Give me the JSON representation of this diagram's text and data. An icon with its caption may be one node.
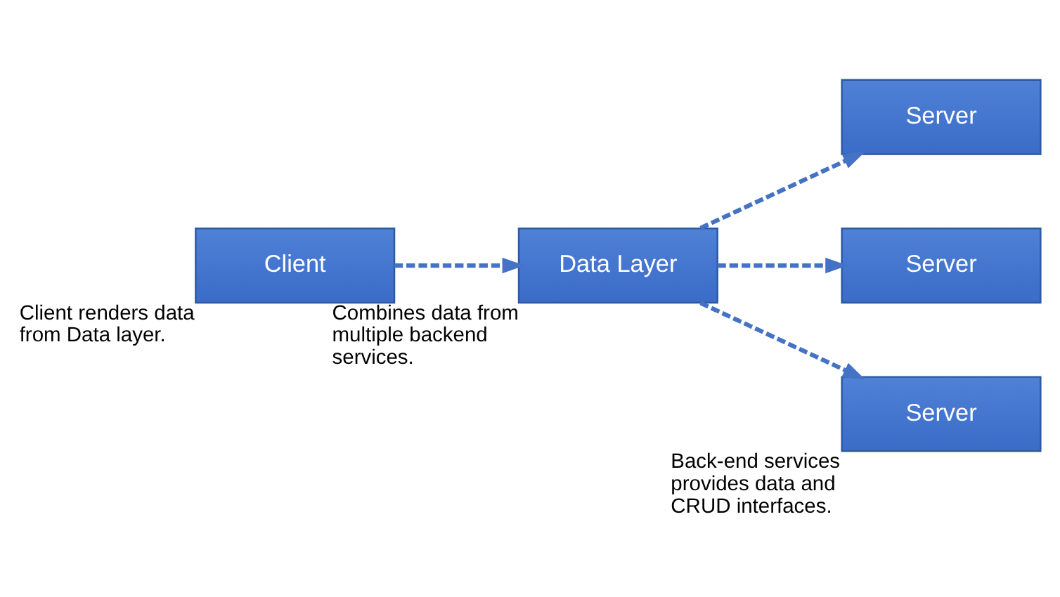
{
  "diagram": {
    "nodes": [
      {
        "text": [
          "Client"
        ],
        "beside": [
          "Client renders data from Data layer."
        ]
      },
      {
        "text": [
          "Data Layer"
        ],
        "beside": [
          "Combines data from multiple backend services."
        ]
      },
      {
        "text": [
          "Server"
        ]
      },
      {
        "text": [
          "Server"
        ]
      },
      {
        "text": [
          "Server"
        ],
        "beside": [
          "Back-end services provides data and CRUD interfaces."
        ]
      }
    ],
    "edges": [
      {
        "from": 0,
        "to": 1,
        "arrow": "to",
        "style": "dashed"
      },
      {
        "from": 1,
        "to": 2,
        "arrow": "to",
        "style": "dashed"
      },
      {
        "from": 1,
        "to": 3,
        "arrow": "to",
        "style": "dashed"
      },
      {
        "from": 1,
        "to": 4,
        "arrow": "to",
        "style": "dashed"
      }
    ]
  }
}
